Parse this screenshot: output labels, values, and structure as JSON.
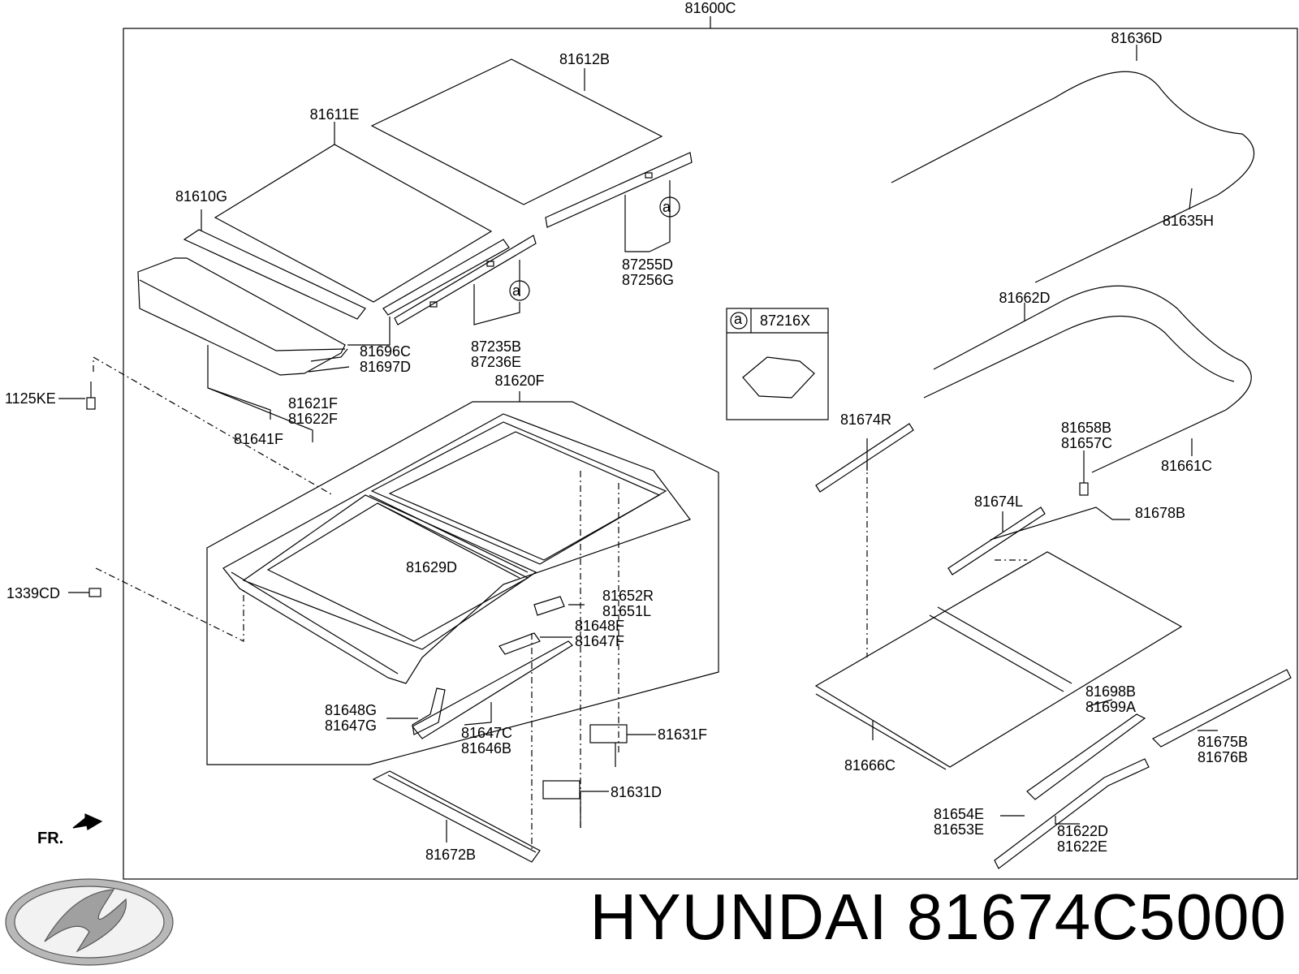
{
  "caption": {
    "brand": "HYUNDAI",
    "part_number": "81674C5000"
  },
  "front_indicator": "FR.",
  "callout_marker": "a",
  "parts": {
    "p81600C": "81600C",
    "p81612B": "81612B",
    "p81611E": "81611E",
    "p81610G": "81610G",
    "p87255D": "87255D",
    "p87256G": "87256G",
    "p81696C": "81696C",
    "p81697D": "81697D",
    "p87235B": "87235B",
    "p87236E": "87236E",
    "p81621F": "81621F",
    "p81622F": "81622F",
    "p81641F": "81641F",
    "p81620F": "81620F",
    "p1125KE": "1125KE",
    "p1339CD": "1339CD",
    "p81629D": "81629D",
    "p81652R": "81652R",
    "p81651L": "81651L",
    "p81648F": "81648F",
    "p81647F": "81647F",
    "p81648G": "81648G",
    "p81647G": "81647G",
    "p81647C": "81647C",
    "p81646B": "81646B",
    "p81631F": "81631F",
    "p81631D": "81631D",
    "p81672B": "81672B",
    "p87216X": "87216X",
    "p81636D": "81636D",
    "p81635H": "81635H",
    "p81662D": "81662D",
    "p81661C": "81661C",
    "p81674R": "81674R",
    "p81658B": "81658B",
    "p81657C": "81657C",
    "p81674L": "81674L",
    "p81678B": "81678B",
    "p81698B": "81698B",
    "p81699A": "81699A",
    "p81666C": "81666C",
    "p81675B": "81675B",
    "p81676B": "81676B",
    "p81654E": "81654E",
    "p81653E": "81653E",
    "p81622D": "81622D",
    "p81622E": "81622E"
  }
}
